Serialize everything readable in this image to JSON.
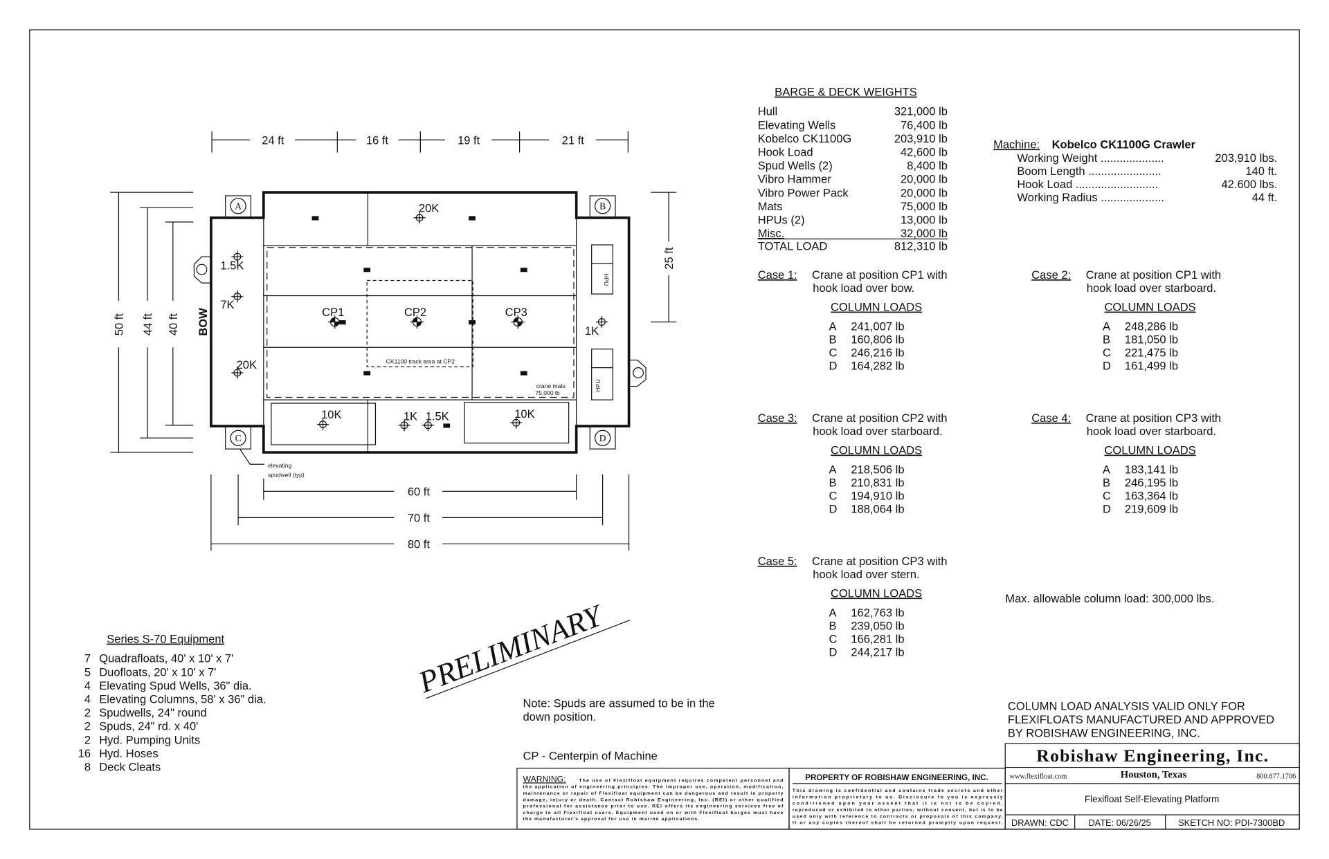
{
  "weights": {
    "title": "BARGE & DECK WEIGHTS",
    "items": [
      {
        "label": "Hull",
        "value": "321,000 lb"
      },
      {
        "label": "Elevating Wells",
        "value": "76,400 lb"
      },
      {
        "label": "Kobelco CK1100G",
        "value": "203,910 lb"
      },
      {
        "label": "Hook Load",
        "value": "42,600 lb"
      },
      {
        "label": "Spud Wells (2)",
        "value": "8,400 lb"
      },
      {
        "label": "Vibro Hammer",
        "value": "20,000 lb"
      },
      {
        "label": "Vibro Power Pack",
        "value": "20,000 lb"
      },
      {
        "label": "Mats",
        "value": "75,000 lb"
      },
      {
        "label": "HPUs (2)",
        "value": "13,000 lb"
      },
      {
        "label": "Misc.",
        "value": "32,000 lb"
      }
    ],
    "total_label": "TOTAL LOAD",
    "total_value": "812,310 lb"
  },
  "machine": {
    "label": "Machine:",
    "name": "Kobelco CK1100G Crawler",
    "specs": [
      {
        "label": "Working Weight ....................",
        "value": "203,910 lbs."
      },
      {
        "label": "Boom Length .......................",
        "value": "140 ft."
      },
      {
        "label": "Hook Load ..........................",
        "value": "42.600 lbs."
      },
      {
        "label": "Working Radius ....................",
        "value": "44 ft."
      }
    ]
  },
  "cases": [
    {
      "label": "Case 1:",
      "line1": "Crane at position CP1 with",
      "line2": "hook load over bow.",
      "header": "COLUMN LOADS",
      "loads": [
        {
          "col": "A",
          "value": "241,007 lb"
        },
        {
          "col": "B",
          "value": "160,806 lb"
        },
        {
          "col": "C",
          "value": "246,216 lb"
        },
        {
          "col": "D",
          "value": "164,282 lb"
        }
      ]
    },
    {
      "label": "Case 2:",
      "line1": "Crane at position CP1 with",
      "line2": "hook load over starboard.",
      "header": "COLUMN LOADS",
      "loads": [
        {
          "col": "A",
          "value": "248,286 lb"
        },
        {
          "col": "B",
          "value": "181,050 lb"
        },
        {
          "col": "C",
          "value": "221,475 lb"
        },
        {
          "col": "D",
          "value": "161,499 lb"
        }
      ]
    },
    {
      "label": "Case 3:",
      "line1": "Crane at position CP2 with",
      "line2": "hook load over starboard.",
      "header": "COLUMN LOADS",
      "loads": [
        {
          "col": "A",
          "value": "218,506 lb"
        },
        {
          "col": "B",
          "value": "210,831 lb"
        },
        {
          "col": "C",
          "value": "194,910 lb"
        },
        {
          "col": "D",
          "value": "188,064 lb"
        }
      ]
    },
    {
      "label": "Case 4:",
      "line1": "Crane at position CP3 with",
      "line2": "hook load over starboard.",
      "header": "COLUMN LOADS",
      "loads": [
        {
          "col": "A",
          "value": "183,141 lb"
        },
        {
          "col": "B",
          "value": "246,195 lb"
        },
        {
          "col": "C",
          "value": "163,364 lb"
        },
        {
          "col": "D",
          "value": "219,609 lb"
        }
      ]
    },
    {
      "label": "Case 5:",
      "line1": "Crane at position CP3 with",
      "line2": "hook load over stern.",
      "header": "COLUMN LOADS",
      "loads": [
        {
          "col": "A",
          "value": "162,763 lb"
        },
        {
          "col": "B",
          "value": "239,050 lb"
        },
        {
          "col": "C",
          "value": "166,281 lb"
        },
        {
          "col": "D",
          "value": "244,217 lb"
        }
      ]
    }
  ],
  "max_allowable": "Max. allowable column load: 300,000 lbs.",
  "validity": [
    "COLUMN LOAD ANALYSIS VALID ONLY FOR",
    "FLEXIFLOATS MANUFACTURED AND APPROVED",
    "BY ROBISHAW ENGINEERING, INC."
  ],
  "equipment": {
    "title": "Series S-70 Equipment",
    "items": [
      {
        "qty": "7",
        "desc": "Quadrafloats, 40' x 10' x 7'"
      },
      {
        "qty": "5",
        "desc": "Duofloats, 20' x 10' x 7'"
      },
      {
        "qty": "4",
        "desc": "Elevating Spud Wells, 36\" dia."
      },
      {
        "qty": "4",
        "desc": "Elevating Columns, 58' x 36\" dia."
      },
      {
        "qty": "2",
        "desc": "Spudwells, 24\" round"
      },
      {
        "qty": "2",
        "desc": "Spuds, 24\" rd. x 40'"
      },
      {
        "qty": "2",
        "desc": "Hyd. Pumping Units"
      },
      {
        "qty": "16",
        "desc": "Hyd. Hoses"
      },
      {
        "qty": "8",
        "desc": "Deck Cleats"
      }
    ]
  },
  "stamp": "PRELIMINARY",
  "notes": {
    "spuds": [
      "Note: Spuds are assumed to be in the",
      "down position."
    ],
    "cp": "CP - Centerpin of Machine"
  },
  "diagram": {
    "top_dims": [
      "24 ft",
      "16 ft",
      "19 ft",
      "21 ft"
    ],
    "left_dims": [
      "50 ft",
      "44 ft",
      "40 ft"
    ],
    "right_dim": "25 ft",
    "bottom_dims": [
      "60 ft",
      "70 ft",
      "80 ft"
    ],
    "bow": "BOW",
    "columns": [
      "A",
      "B",
      "C",
      "D"
    ],
    "loads": [
      "20K",
      "1.5K",
      "7K",
      "20K",
      "1K",
      "10K",
      "1K",
      "1.5K",
      "10K"
    ],
    "centerpins": [
      "CP1",
      "CP2",
      "CP3"
    ],
    "track_area": "CK1100 track area at CP2",
    "mats": [
      "crane mats",
      "75,000 lb"
    ],
    "hpu": "HPU",
    "spudwell_note": [
      "elevating",
      "spudwell (typ)"
    ]
  },
  "title_block": {
    "warning_label": "WARNING:",
    "warning_lines": [
      "The use of Flexifloat equipment requires competent personnel and",
      "the application of engineering principles.  The improper use, operation, modification,",
      "maintenance or repair of Flexifloat equipment can be dangerous and result in property",
      "damage, injury or death.  Contact Robishaw Engineering, Inc. (REI) or other qualified",
      "professional for assistance prior to use.  REI offers its engineering services free of",
      "charge to all Flexifloat users. Equipment used on or with Flexifloat barges must have",
      "the manufacturer's approval for use in marine applications."
    ],
    "property_title": "PROPERTY OF ROBISHAW ENGINEERING, INC.",
    "property_lines": [
      "This drawing is confidential and contains trade secrets and other",
      "information proprietary to us.  Disclosure to you is expressly",
      "conditioned upon your assent that it is not to be copied,",
      "reproduced or exhibited to other parties, without consent, but is to be",
      "used only with reference to contracts or proposals of this company.",
      "It or any copies thereof shall be returned promptly upon request."
    ],
    "company": "Robishaw Engineering, Inc.",
    "website": "www.flexifloat.com",
    "location": "Houston, Texas",
    "phone": "800.877.1706",
    "description": "Flexifloat Self-Elevating Platform",
    "drawn": "DRAWN: CDC",
    "date": "DATE: 06/26/25",
    "sketch": "SKETCH NO: PDI-7300BD"
  }
}
